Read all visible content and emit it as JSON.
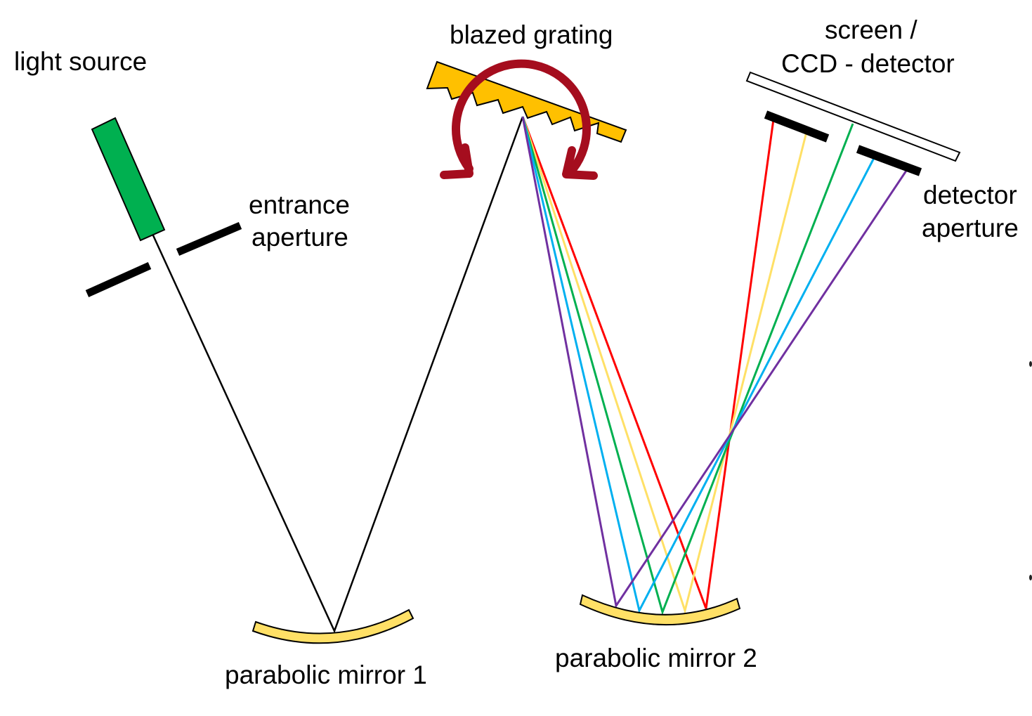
{
  "title": "Monochromator / spectrometer schematic",
  "labels": {
    "light_source": "light source",
    "entrance_aperture_1": "entrance",
    "entrance_aperture_2": "aperture",
    "blazed_grating": "blazed grating",
    "screen_1": "screen /",
    "screen_2": "CCD - detector",
    "detector_aperture_1": "detector",
    "detector_aperture_2": "aperture",
    "mirror_1": "parabolic mirror 1",
    "mirror_2": "parabolic mirror 2"
  },
  "colors": {
    "light_source": "#00b050",
    "grating": "#ffc000",
    "mirror": "#ffe066",
    "rotation_arrow": "#a50d1e",
    "beam_white": "#000000"
  },
  "spectrum": [
    {
      "name": "red",
      "color": "#ff0000"
    },
    {
      "name": "yellow",
      "color": "#ffe066"
    },
    {
      "name": "green",
      "color": "#00b050"
    },
    {
      "name": "blue",
      "color": "#00b0f0"
    },
    {
      "name": "violet",
      "color": "#7030a0"
    }
  ]
}
